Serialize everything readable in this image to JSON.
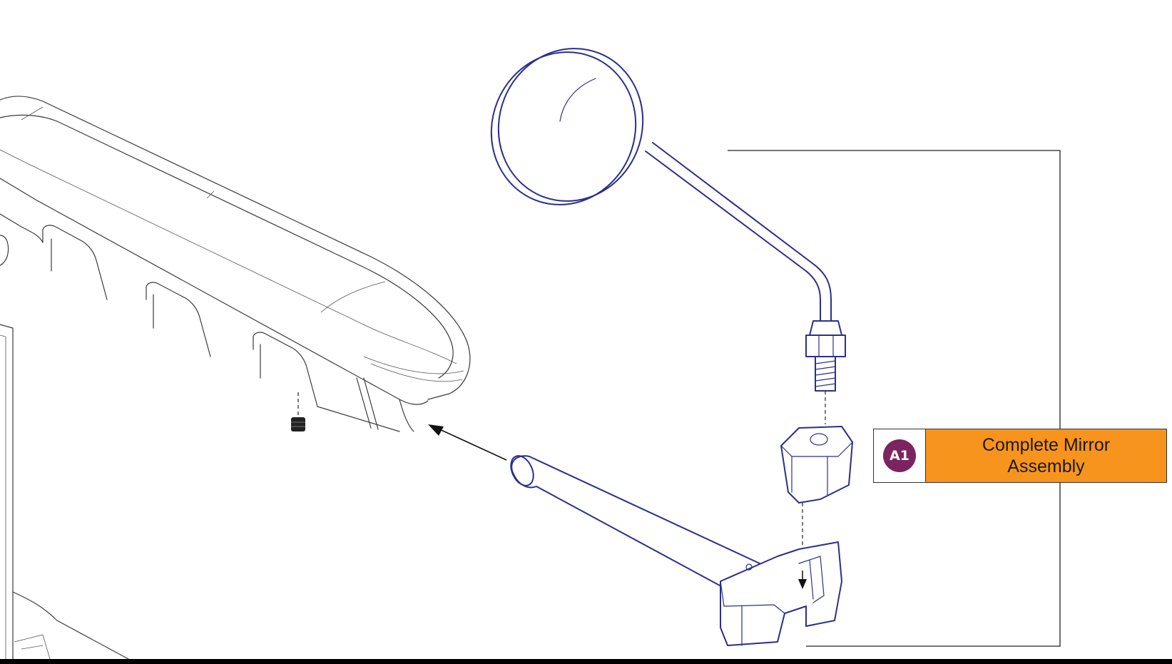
{
  "callout": {
    "badge": "A1",
    "label": "Complete Mirror\nAssembly",
    "label_line1": "Complete Mirror",
    "label_line2": "Assembly",
    "badge_color": "#7a2460",
    "label_bg_color": "#f7941d"
  },
  "colors": {
    "assembly_line": "#2b2f8a",
    "armrest_line": "#3a3a3a"
  }
}
